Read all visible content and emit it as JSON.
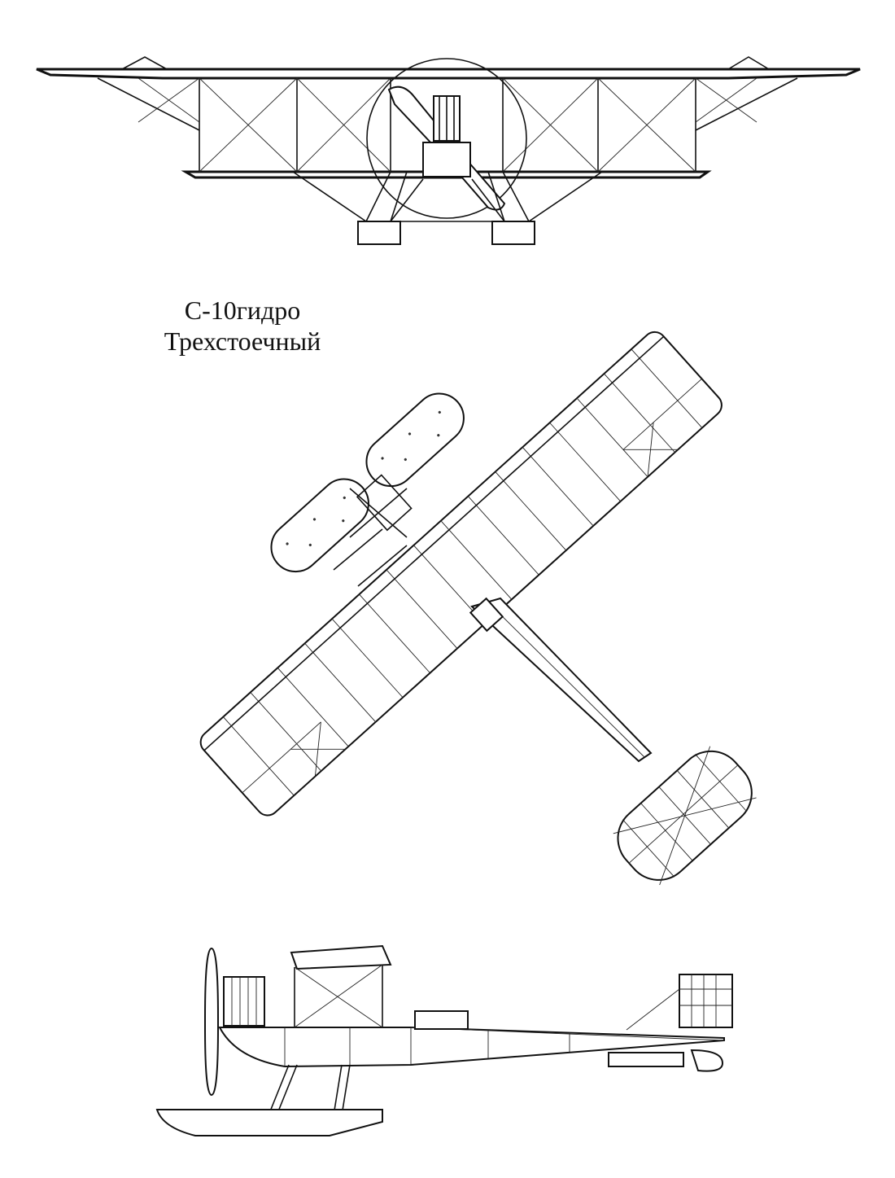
{
  "caption": {
    "model": "С-10гидро",
    "variant": "Трехстоечный"
  },
  "views": [
    {
      "name": "front-view"
    },
    {
      "name": "top-view"
    },
    {
      "name": "side-view"
    }
  ],
  "colors": {
    "ink": "#111111",
    "paper": "#ffffff"
  }
}
